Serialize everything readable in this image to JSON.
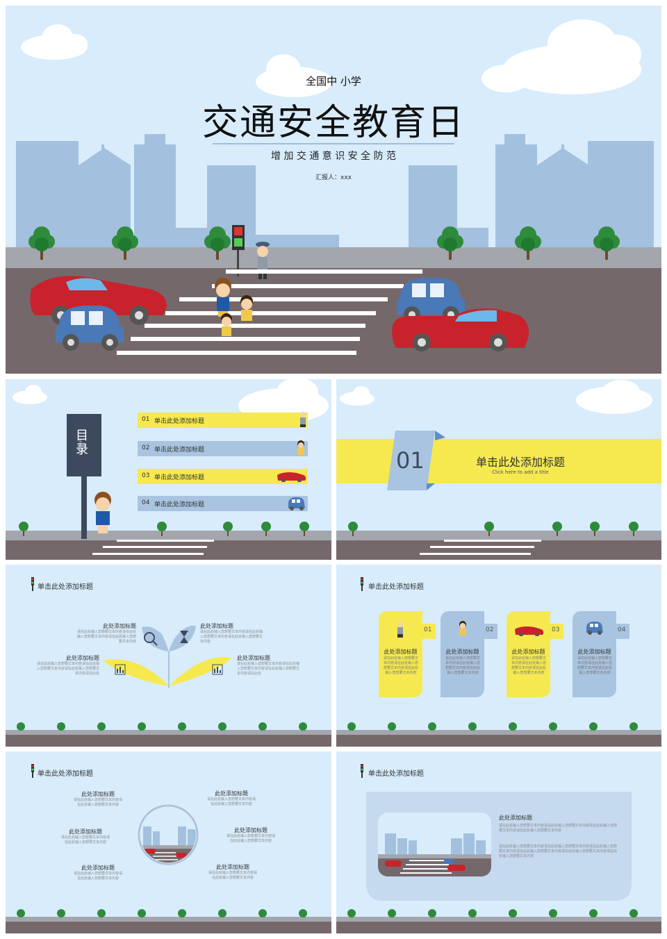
{
  "hero": {
    "supertitle": "全国中 小学",
    "title": "交通安全教育日",
    "subtitle": "增 加 交 通 意 识 安 全 防 范",
    "reporter": "汇报人：xxx"
  },
  "slide_toc": {
    "sign_title": "目录",
    "sign_subtitle": "directory",
    "items": [
      {
        "num": "01",
        "label": "单击此处添加标题"
      },
      {
        "num": "02",
        "label": "单击此处添加标题"
      },
      {
        "num": "03",
        "label": "单击此处添加标题"
      },
      {
        "num": "04",
        "label": "单击此处添加标题"
      }
    ]
  },
  "slide_section": {
    "num": "01",
    "title": "单击此处添加标题",
    "subtitle": "Click here to add a title"
  },
  "slide_leaf": {
    "header": "单击此处添加标题",
    "blocks": [
      {
        "title": "此处添加标题",
        "body": "请在此处输入您想要文本内容请在此处输入您想要文本内容请在此处输入您想要文本内容"
      },
      {
        "title": "此处添加标题",
        "body": "请在此处输入您想要文本内容请在此处输入您想要文本内容请在此处输入您想要文本内容"
      },
      {
        "title": "此处添加标题",
        "body": "请在此处输入您想要文本内容请在此处输入您想要文本内容请在此处输入您想要文本内容请在此处"
      },
      {
        "title": "此处添加标题",
        "body": "请在此处输入您想要文本内容请在此处输入您想要文本内容请在此处输入您想要文本内容请在此处"
      }
    ]
  },
  "slide_cards": {
    "header": "单击此处添加标题",
    "cards": [
      {
        "num": "01",
        "title": "此处添加标题",
        "body": "请在此处输入您想要文本内容请在此处输入您想要文本内容请在此处输入您想要文本内容",
        "color": "#f5e94f"
      },
      {
        "num": "02",
        "title": "此处添加标题",
        "body": "请在此处输入您想要文本内容请在此处输入您想要文本内容请在此处输入您想要文本内容",
        "color": "#a9c4e0"
      },
      {
        "num": "03",
        "title": "此处添加标题",
        "body": "请在此处输入您想要文本内容请在此处输入您想要文本内容请在此处输入您想要文本内容",
        "color": "#f5e94f"
      },
      {
        "num": "04",
        "title": "此处添加标题",
        "body": "请在此处输入您想要文本内容请在此处输入您想要文本内容请在此处输入您想要文本内容",
        "color": "#a9c4e0"
      }
    ]
  },
  "slide_circle": {
    "header": "单击此处添加标题",
    "blocks": [
      {
        "title": "此处添加标题",
        "body": "请在此处输入您想要文本内容请在此处输入您想要文本内容"
      },
      {
        "title": "此处添加标题",
        "body": "请在此处输入您想要文本内容请在此处输入您想要文本内容"
      },
      {
        "title": "此处添加标题",
        "body": "请在此处输入您想要文本内容请在此处输入您想要文本内容"
      },
      {
        "title": "此处添加标题",
        "body": "请在此处输入您想要文本内容请在此处输入您想要文本内容"
      },
      {
        "title": "此处添加标题",
        "body": "请在此处输入您想要文本内容请在此处输入您想要文本内容"
      },
      {
        "title": "此处添加标题",
        "body": "请在此处输入您想要文本内容请在此处输入您想要文本内容"
      }
    ]
  },
  "slide_image": {
    "header": "单击此处添加标题",
    "title": "此处添加标题",
    "body1": "请在此处输入您想要文本内容请在此处输入您想要文本内容请在此处输入您想要文本内容请在此处输入您想要文本内容",
    "body2": "请在此处输入您想要文本内容请在此处输入您想要文本内容请在此处输入您想要文本内容请在此处输入您想要文本内容请在此处输入您想要文本内容请在此处输入您想要文本内容"
  },
  "colors": {
    "sky": "#d8ecfb",
    "yellow": "#f5e94f",
    "blue_label": "#a9c4e0",
    "road": "#75686b",
    "building": "#a3c1de",
    "car_red": "#c8232c",
    "car_blue": "#4a79b8"
  }
}
